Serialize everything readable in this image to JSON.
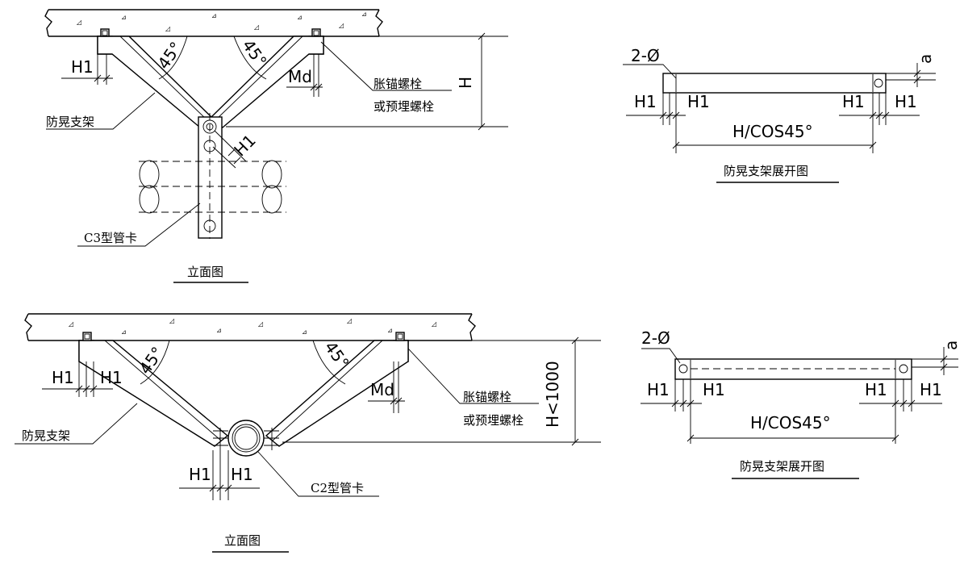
{
  "top": {
    "angle_left": "45°",
    "angle_right": "45°",
    "h1": "H1",
    "h1_clamp": "H1",
    "md": "Md",
    "h": "H",
    "bolt_line1": "胀锚螺栓",
    "bolt_line2": "或预埋螺栓",
    "brace": "防晃支架",
    "clamp": "C3型管卡",
    "title": "立面图"
  },
  "top_unfold": {
    "holes": "2-Ø",
    "a": "a",
    "h1_a": "H1",
    "h1_b": "H1",
    "h1_c": "H1",
    "h1_d": "H1",
    "length": "H/COS45°",
    "title": "防晃支架展开图"
  },
  "bottom": {
    "angle_left": "45°",
    "angle_right": "45°",
    "h1_a": "H1",
    "h1_b": "H1",
    "h1_c": "H1",
    "h1_d": "H1",
    "md": "Md",
    "h": "H<1000",
    "bolt_line1": "胀锚螺栓",
    "bolt_line2": "或预埋螺栓",
    "brace": "防晃支架",
    "clamp": "C2型管卡",
    "title": "立面图"
  },
  "bottom_unfold": {
    "holes": "2-Ø",
    "a": "a",
    "h1_a": "H1",
    "h1_b": "H1",
    "h1_c": "H1",
    "h1_d": "H1",
    "length": "H/COS45°",
    "title": "防晃支架展开图"
  }
}
